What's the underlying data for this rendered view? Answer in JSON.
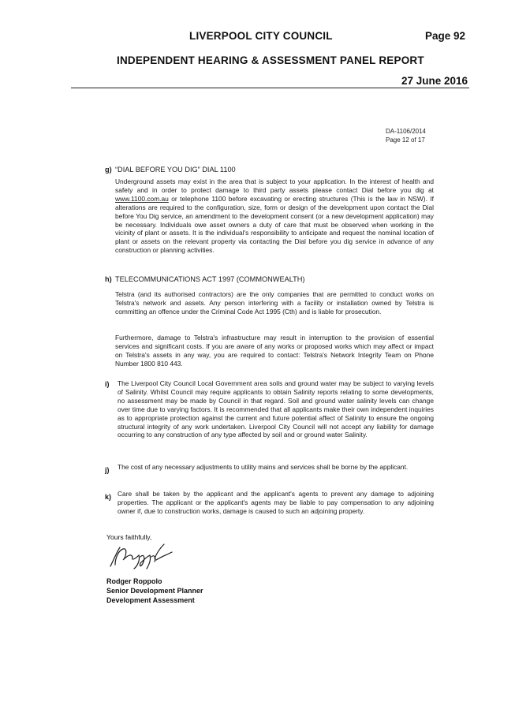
{
  "header": {
    "council": "LIVERPOOL CITY COUNCIL",
    "page": "Page 92",
    "report": "INDEPENDENT HEARING & ASSESSMENT PANEL REPORT",
    "date": "27 June 2016"
  },
  "reference": {
    "da_number": "DA-1106/2014",
    "page_of": "Page 12 of 17"
  },
  "sections": {
    "g": {
      "label": "g)",
      "title": "“DIAL BEFORE YOU DIG”  DIAL 1100",
      "body_before": "Underground assets may exist in the area that is subject to your application. In the interest of health and safety and in order to protect damage to third party assets please contact Dial before you dig at ",
      "link": "www.1100.com.au",
      "body_after": " or telephone 1100 before excavating or erecting structures (This is the law in NSW). If alterations are required to the configuration, size, form or design of the development upon contact the Dial before You Dig service, an amendment to the development consent (or a new development application) may be necessary. Individuals owe asset owners a duty of care that must be observed when working in the vicinity of plant or assets. It is the individual's responsibility to anticipate and request the nominal location of plant or assets on the relevant property via contacting the Dial before you dig service in advance of any construction or planning activities."
    },
    "h": {
      "label": "h)",
      "title": "TELECOMMUNICATIONS ACT 1997 (COMMONWEALTH)",
      "para1": "Telstra (and its authorised contractors) are the only companies that are permitted to conduct works on Telstra's network and assets. Any person interfering with a facility or installation owned by Telstra is committing an offence under the Criminal Code Act 1995 (Cth) and is liable for prosecution.",
      "para2": "Furthermore, damage to Telstra's infrastructure may result in interruption to the provision of essential services and significant costs. If you are aware of any works or proposed works which may affect or impact on Telstra's assets in any way, you are required to contact: Telstra's Network Integrity Team on Phone Number 1800 810 443."
    },
    "i": {
      "label": "i)",
      "text": "The Liverpool City Council Local Government area soils and ground water may be subject to varying levels of Salinity. Whilst Council may require applicants to obtain Salinity reports relating to some developments, no assessment may be made by Council in that regard. Soil and ground water salinity levels can change over time due to varying factors. It is recommended that all applicants make their own independent inquiries as to appropriate protection against the current and future potential affect of Salinity to ensure the ongoing structural integrity of any work undertaken.  Liverpool City Council will not accept any liability for damage occurring to any construction of any type affected by soil and or ground water Salinity."
    },
    "j": {
      "label": "j)",
      "text": "The cost of any necessary adjustments to utility mains and services shall be borne by the applicant."
    },
    "k": {
      "label": "k)",
      "text": "Care shall be taken by the applicant and the applicant's agents to prevent any damage to adjoining properties. The applicant or the applicant's agents may be liable to pay compensation to any adjoining owner if, due to construction works, damage is caused to such an adjoining property."
    }
  },
  "closing": {
    "salutation": "Yours faithfully,",
    "name": "Rodger Roppolo",
    "position": "Senior Development Planner",
    "department": "Development Assessment"
  }
}
